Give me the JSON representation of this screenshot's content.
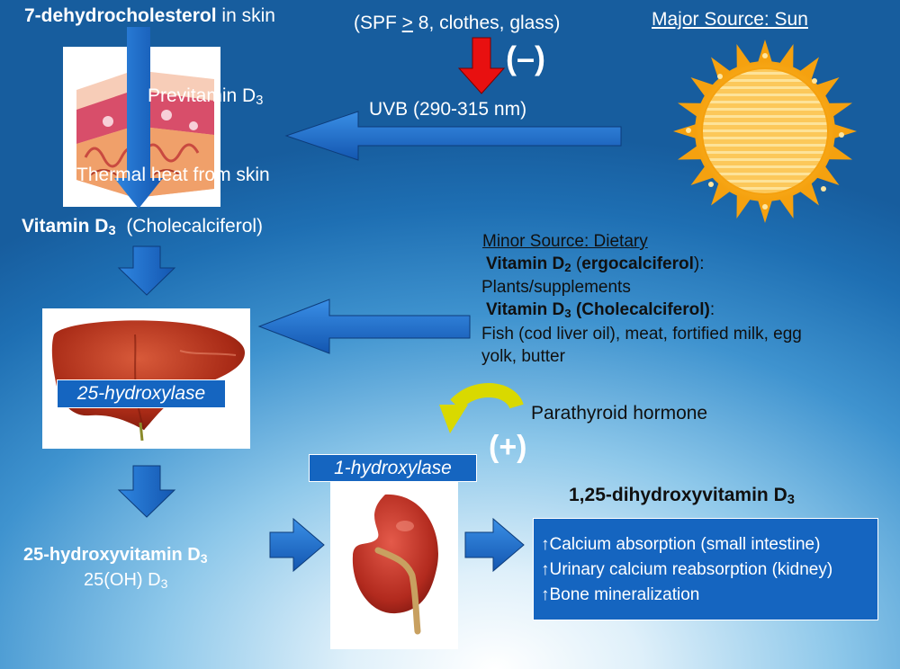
{
  "skin": {
    "source_label": "7-dehydrocholesterol",
    "source_suffix": " in skin",
    "previtamin": "Previtamin D",
    "previtamin_sub": "3",
    "thermal": "Thermal heat from skin"
  },
  "sun": {
    "heading": "Major Source: Sun",
    "block_note": "(SPF ≥ 8, clothes, glass)",
    "block_note_pre": "(SPF ",
    "block_note_symbol": ">",
    "block_note_post": " 8, clothes, glass)",
    "inhibit_sign": "(–)",
    "uvb": "UVB (290-315 nm)"
  },
  "vitd3": {
    "name": "Vitamin D",
    "sub": "3",
    "alias": "(Cholecalciferol)"
  },
  "dietary": {
    "heading": "Minor Source:  Dietary",
    "d2_name": "Vitamin D",
    "d2_sub": "2",
    "d2_open": " (",
    "d2_alias": "ergocalciferol",
    "d2_close": "):",
    "d2_sources": "Plants/supplements",
    "d3_name": "Vitamin D",
    "d3_sub": "3",
    "d3_alias": " (Cholecalciferol)",
    "d3_colon": ":",
    "d3_sources_line1": "Fish (cod liver oil), meat, fortified milk, egg",
    "d3_sources_line2": "yolk, butter"
  },
  "liver": {
    "enzyme": "25-hydroxylase"
  },
  "calcidiol": {
    "name": "25-hydroxyvitamin D",
    "sub": "3",
    "abbr": "25(OH) D",
    "abbr_sub": "3"
  },
  "kidney": {
    "enzyme": "1-hydroxylase",
    "regulator": "Parathyroid hormone",
    "stimulate_sign": "(+)"
  },
  "calcitriol": {
    "name": "1,25-dihydroxyvitamin D",
    "sub": "3",
    "effects": [
      "Calcium absorption (small intestine)",
      "Urinary calcium reabsorption (kidney)",
      "Bone mineralization"
    ],
    "effect_arrow": "↑"
  },
  "colors": {
    "arrow_blue": "#1a6cc8",
    "inhibit_red": "#e81010",
    "stimulate_yellow": "#d9d900",
    "sun_orange": "#f5a10f",
    "organ_red": "#b7321c"
  }
}
